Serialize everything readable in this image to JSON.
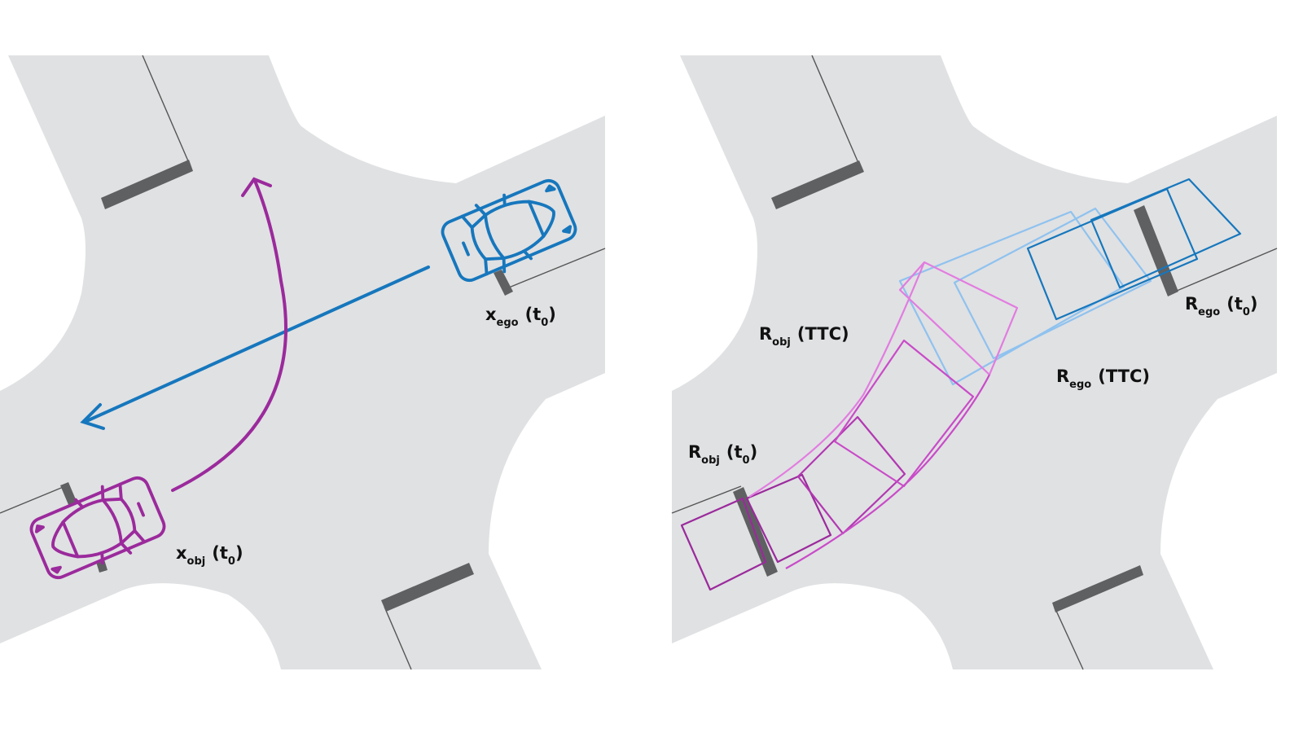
{
  "colors": {
    "road": "#e0e1e3",
    "background": "#ffffff",
    "stop_bar": "#5f6062",
    "ego": "#1677bd",
    "ego_light": "#8fc2ef",
    "obj": "#9b2a9c",
    "obj_light": "#e27ce0",
    "text": "#111111"
  },
  "left_panel": {
    "ego_label": {
      "main": "x",
      "sub": "ego",
      "time_open": "(t",
      "time_sub": "0",
      "time_close": ")"
    },
    "obj_label": {
      "main": "x",
      "sub": "obj",
      "time_open": "(t",
      "time_sub": "0",
      "time_close": ")"
    },
    "ego_icon": "car-top-view-icon",
    "obj_icon": "car-top-view-icon"
  },
  "right_panel": {
    "ego_start_label": {
      "main": "R",
      "sub": "ego",
      "time_open": "(t",
      "time_sub": "0",
      "time_close": ")"
    },
    "ego_ttc_label": {
      "main": "R",
      "sub": "ego",
      "rest": "(TTC)"
    },
    "obj_start_label": {
      "main": "R",
      "sub": "obj",
      "time_open": "(t",
      "time_sub": "0",
      "time_close": ")"
    },
    "obj_ttc_label": {
      "main": "R",
      "sub": "obj",
      "rest": "(TTC)"
    }
  }
}
